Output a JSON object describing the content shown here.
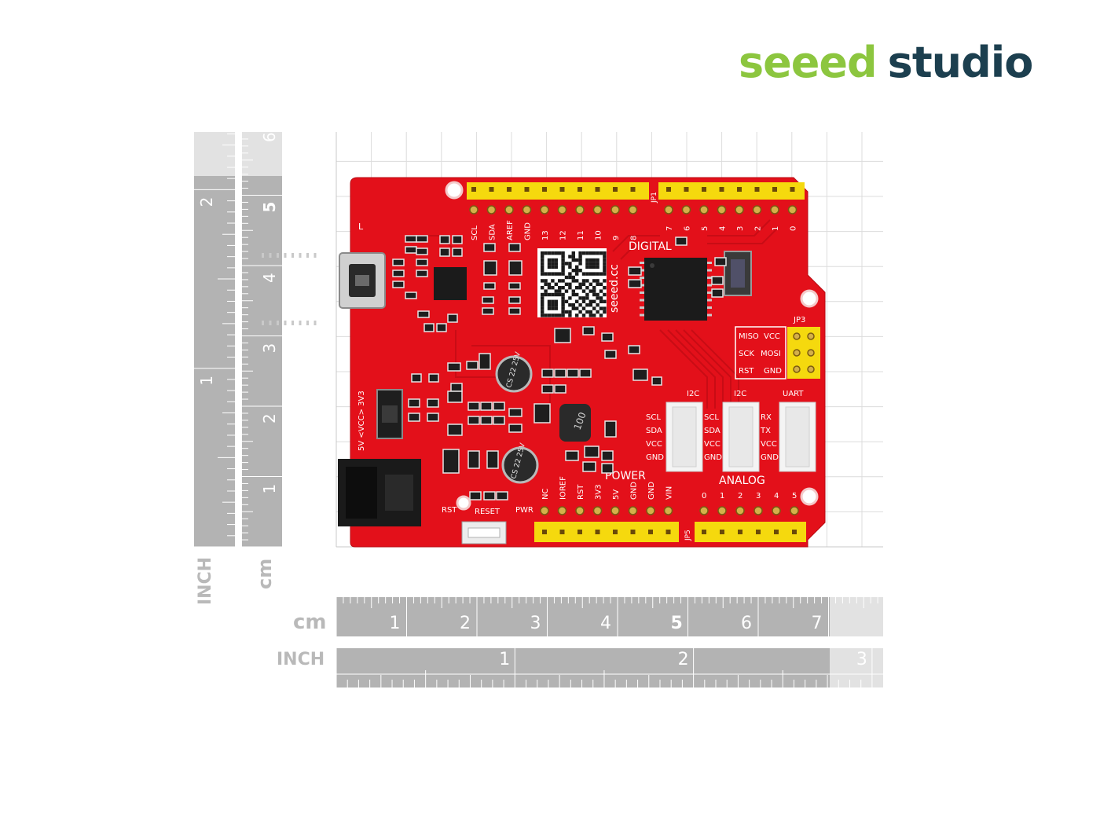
{
  "brand": {
    "part1": "seeed",
    "part2": "studio",
    "color1": "#8cc63f",
    "color2": "#1c3f4f"
  },
  "units": {
    "cm": "cm",
    "inch": "INCH"
  },
  "ruler_cm_ticks": [
    "1",
    "2",
    "3",
    "4",
    "5",
    "6",
    "7"
  ],
  "ruler_inch_ticks": [
    "1",
    "2",
    "3"
  ],
  "vert_cm_ticks": [
    "1",
    "2",
    "3",
    "4",
    "5",
    "6"
  ],
  "vert_inch_ticks": [
    "1",
    "2"
  ],
  "board": {
    "color": "#e3101a",
    "header_color": "#f5d90e",
    "top_labels_left": [
      "SCL",
      "SDA",
      "AREF",
      "GND",
      "13",
      "12",
      "11",
      "10",
      "9",
      "8"
    ],
    "top_labels_right": [
      "7",
      "6",
      "5",
      "4",
      "3",
      "2",
      "1",
      "0"
    ],
    "digital": "DIGITAL",
    "jp1": "JP1",
    "jp3": "JP3",
    "jp5": "JP5",
    "power": "POWER",
    "analog": "ANALOG",
    "power_pins": [
      "NC",
      "IOREF",
      "RST",
      "3V3",
      "5V",
      "GND",
      "GND",
      "VIN"
    ],
    "analog_pins": [
      "0",
      "1",
      "2",
      "3",
      "4",
      "5"
    ],
    "icsp": [
      "MISO",
      "VCC",
      "SCK",
      "MOSI",
      "RST",
      "GND"
    ],
    "i2c": "I2C",
    "uart": "UART",
    "i2c_pins": [
      "SCL",
      "SDA",
      "VCC",
      "GND"
    ],
    "uart_pins": [
      "RX",
      "TX",
      "VCC",
      "GND"
    ],
    "switch": "5V <VCC> 3V3",
    "led_l": "L",
    "reset": "RESET",
    "rst": "RST",
    "pwr": "PWR",
    "qr_text": "seeed.cc",
    "inductor": "100",
    "cap_text": "CS 22 25V"
  }
}
